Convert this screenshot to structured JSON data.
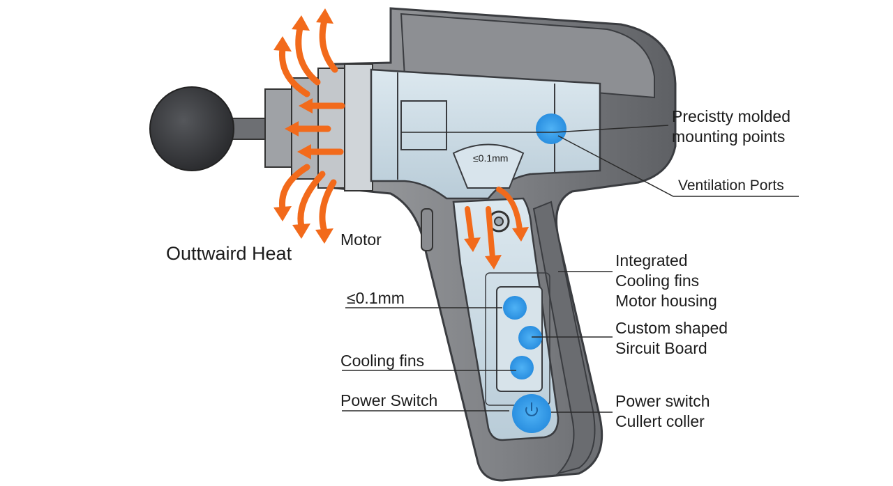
{
  "labels": {
    "outward_heat": "Outtwaird Heat",
    "motor": "Motor",
    "tolerance_left": "≤0.1mm",
    "tolerance_center": "≤0.1mm",
    "cooling_fins": "Cooling fins",
    "power_switch_left": "Power Switch",
    "mounting_points": [
      "Precistty molded",
      "mounting points"
    ],
    "ventilation_ports": "Ventilation Ports",
    "integrated": [
      "Integrated",
      "Cooling fins",
      "Motor housing"
    ],
    "circuit_board": [
      "Custom shaped",
      "Sircuit Board"
    ],
    "power_switch_right": [
      "Power switch",
      "Cullert coller"
    ]
  },
  "colors": {
    "housing": "#77797c",
    "housing_dark": "#4c4e52",
    "interior": "#c9dbe6",
    "highlight": "#2f9bea",
    "heat_arrow": "#f26a1b",
    "head": "#3a3b3e",
    "line": "#2a2a2a"
  }
}
